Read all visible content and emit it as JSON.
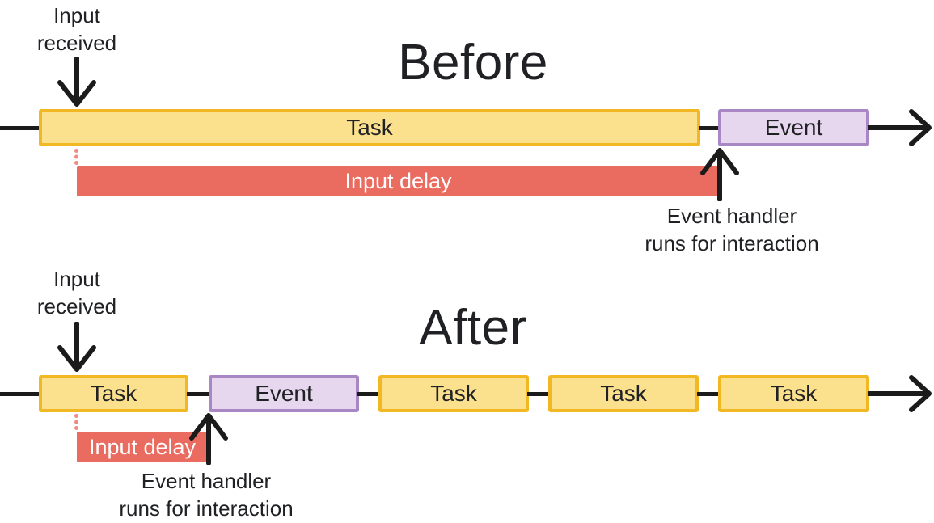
{
  "colors": {
    "task_fill": "#FBE18E",
    "task_border": "#F2B824",
    "event_fill": "#E6D7EE",
    "event_border": "#A987C4",
    "delay_fill": "#EA6B60",
    "delay_dot": "#F08B80",
    "delay_text": "#FFFFFF",
    "line": "#1B1B1B",
    "text": "#202124"
  },
  "icons": {
    "input_arrow": "down-arrow",
    "handler_arrow": "up-arrow",
    "timeline_arrow": "right-arrow"
  },
  "before": {
    "title": "Before",
    "input_line1": "Input",
    "input_line2": "received",
    "task_label": "Task",
    "event_label": "Event",
    "delay_label": "Input delay",
    "handler_line1": "Event handler",
    "handler_line2": "runs for interaction"
  },
  "after": {
    "title": "After",
    "input_line1": "Input",
    "input_line2": "received",
    "tasks": [
      "Task",
      "Task",
      "Task",
      "Task"
    ],
    "event_label": "Event",
    "delay_label": "Input delay",
    "handler_line1": "Event handler",
    "handler_line2": "runs for interaction"
  }
}
